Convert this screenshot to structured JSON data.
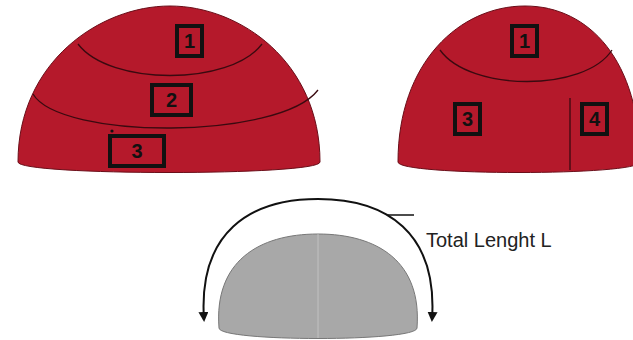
{
  "diagram": {
    "nodes": [
      {
        "text": [
          "1"
        ]
      },
      {
        "text": [
          "2"
        ]
      },
      {
        "text": [
          "3"
        ]
      },
      {
        "text": [
          "1"
        ]
      },
      {
        "text": [
          "3"
        ]
      },
      {
        "text": [
          "4"
        ]
      }
    ],
    "labels": [
      "Total Lenght L"
    ]
  }
}
